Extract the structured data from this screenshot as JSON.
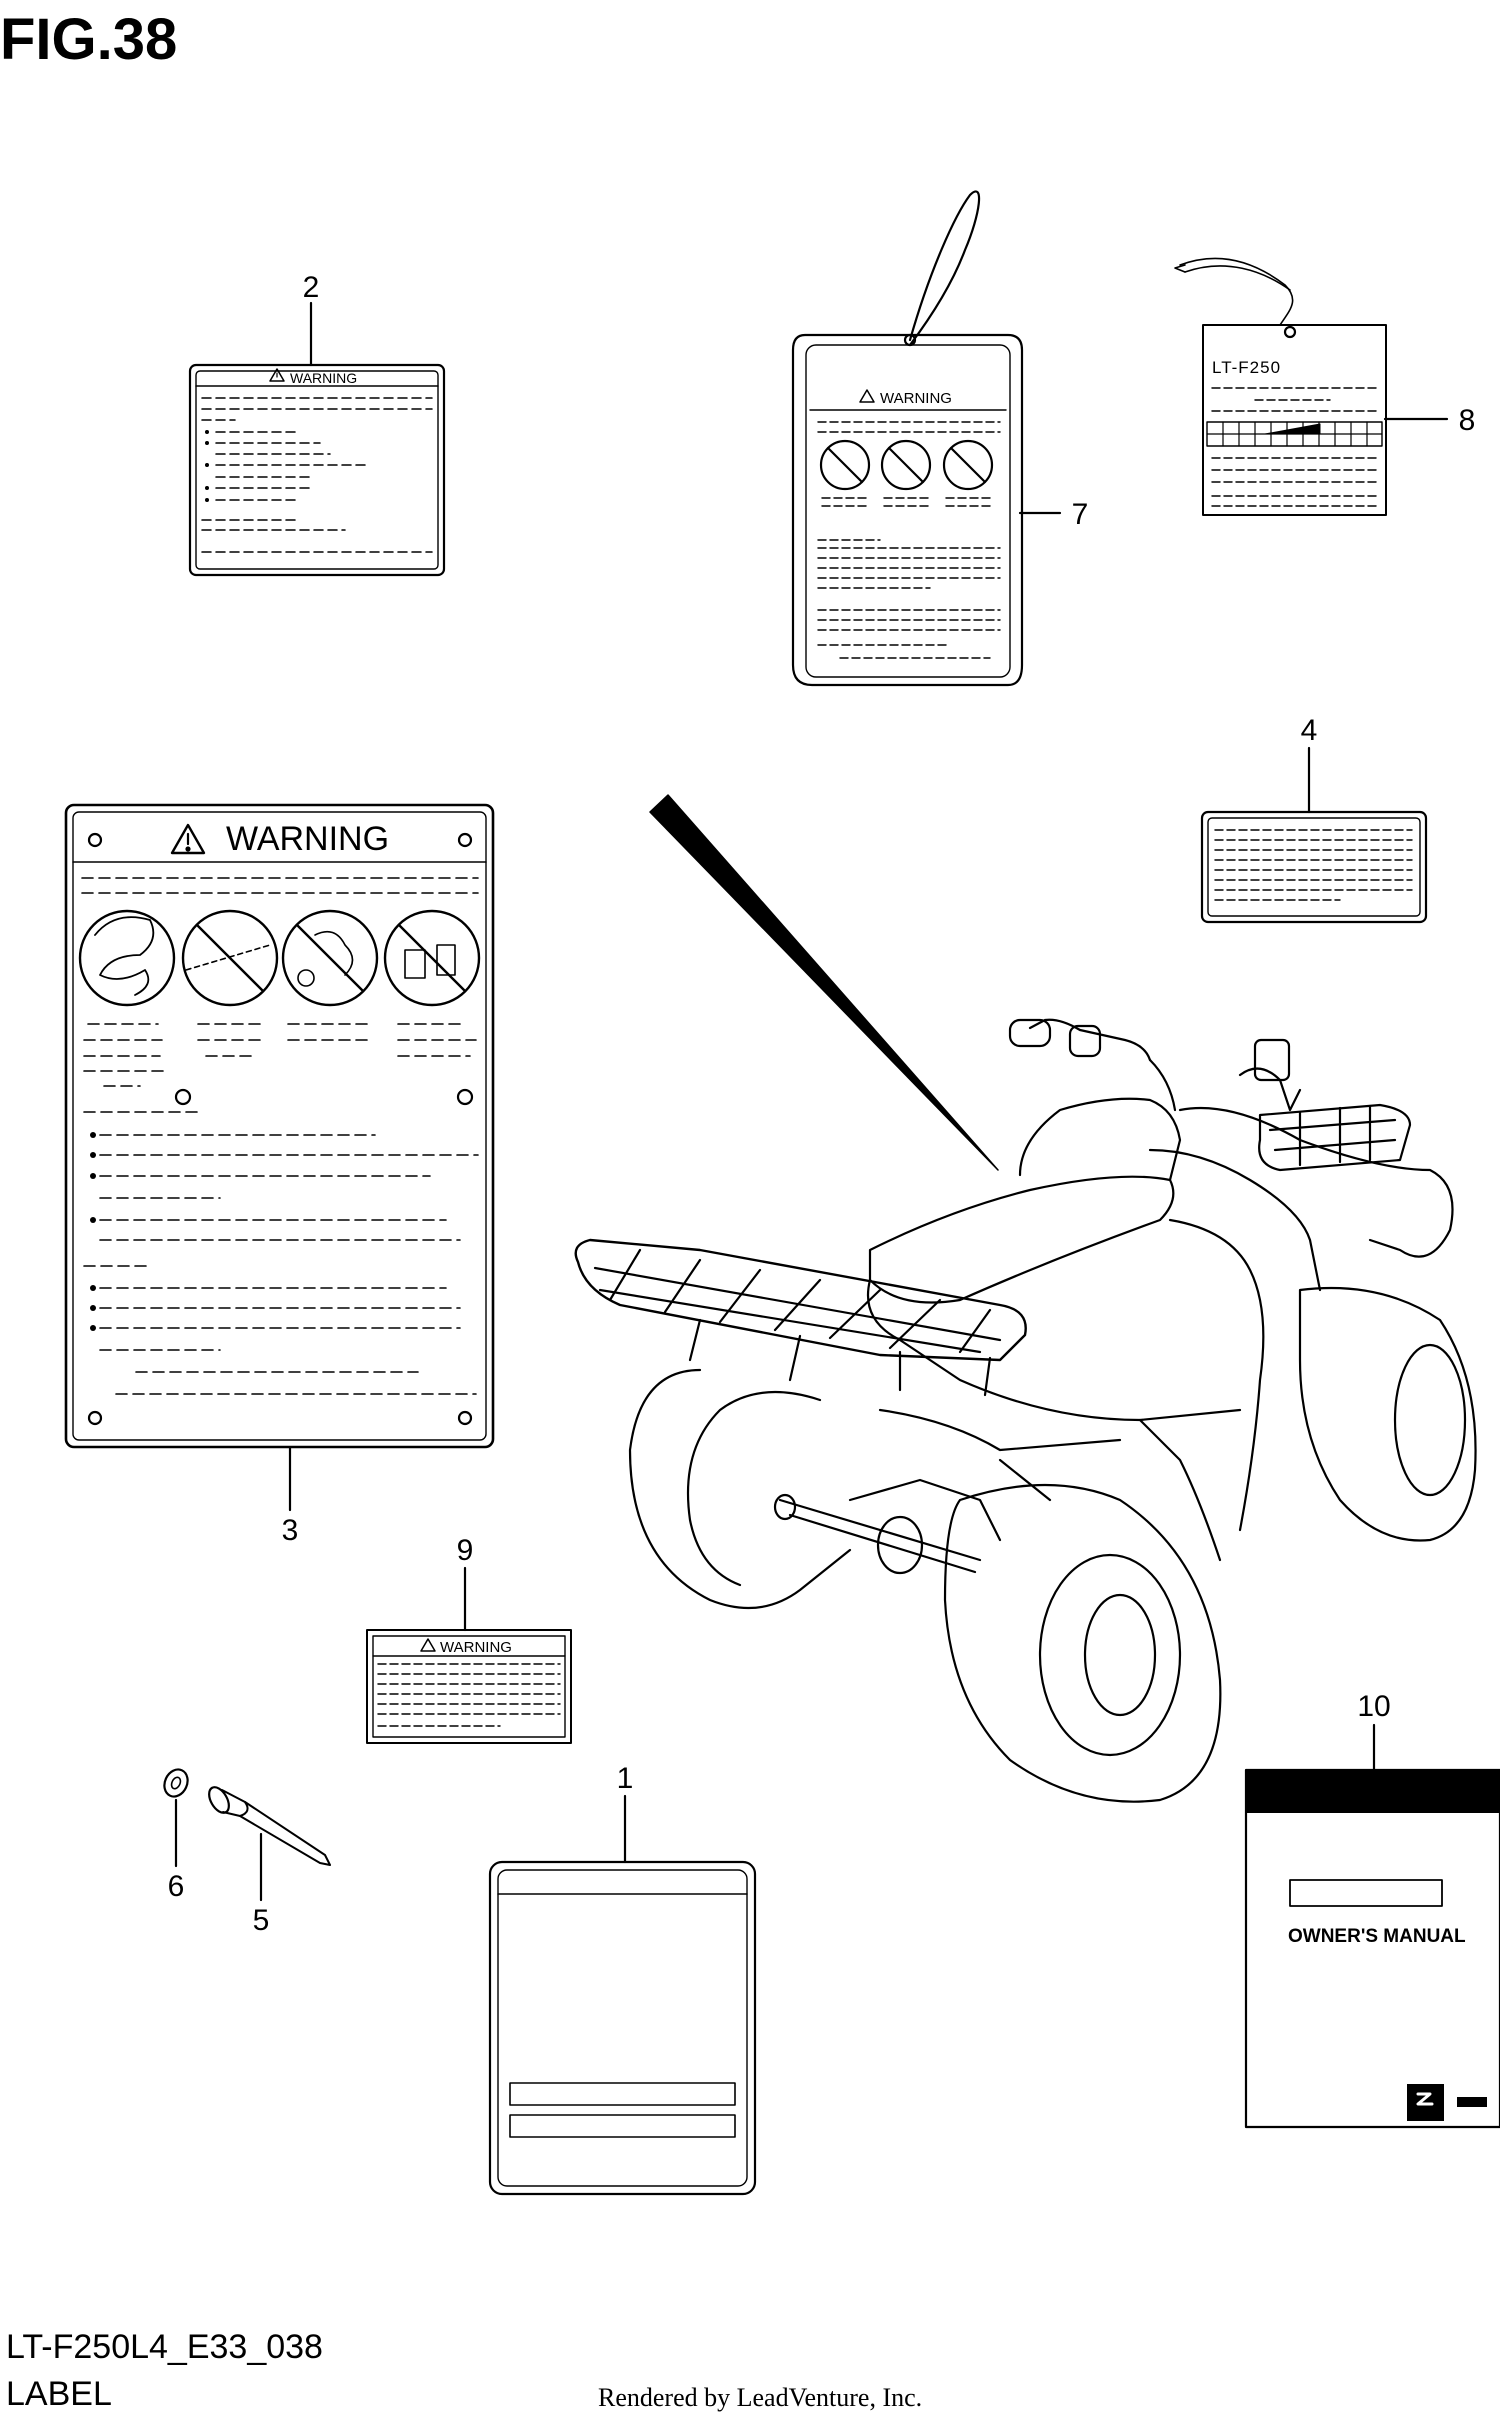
{
  "page": {
    "figure_title": "FIG.38",
    "model_code": "LT-F250L4_E33_038",
    "caption": "LABEL",
    "render_credit": "Rendered by LeadVenture, Inc."
  },
  "labels": {
    "warning": "WARNING",
    "tag8_model": "LT-F250",
    "manual_title": "OWNER'S MANUAL"
  },
  "callouts": [
    "1",
    "2",
    "3",
    "4",
    "5",
    "6",
    "7",
    "8",
    "9",
    "10"
  ],
  "icons": {
    "warning": "warning-triangle-icon",
    "prohibited": "prohibited-circle-icon",
    "brand": "suzuki-s-icon"
  },
  "colors": {
    "line": "#000000",
    "background": "#ffffff"
  }
}
